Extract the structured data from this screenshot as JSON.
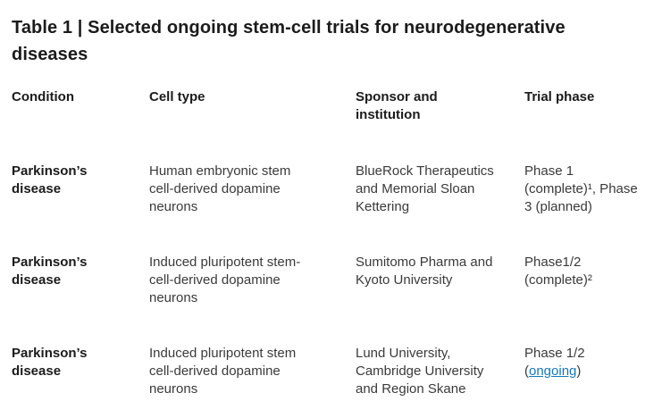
{
  "title": "Table 1 | Selected ongoing stem-cell trials for neurodegenerative\ndiseases",
  "colors": {
    "heading_text": "#1b1b1b",
    "body_text": "#3a3a3a",
    "link": "#1777bb",
    "background": "#ffffff"
  },
  "table": {
    "headers": {
      "condition": "Condition",
      "cell_type": "Cell type",
      "sponsor": "Sponsor and\ninstitution",
      "phase": "Trial phase"
    },
    "rows": [
      {
        "condition": "Parkinson’s\ndisease",
        "cell_type": "Human embryonic stem\ncell-derived dopamine\nneurons",
        "sponsor": "BlueRock Therapeutics\nand Memorial Sloan\nKettering",
        "phase": {
          "pre": "Phase 1\n(complete)¹, Phase\n3 (planned)",
          "link": "",
          "post": ""
        }
      },
      {
        "condition": "Parkinson’s\ndisease",
        "cell_type": "Induced pluripotent stem-\ncell-derived dopamine\nneurons",
        "sponsor": "Sumitomo Pharma and\nKyoto University",
        "phase": {
          "pre": "Phase1/2\n(complete)²",
          "link": "",
          "post": ""
        }
      },
      {
        "condition": "Parkinson’s\ndisease",
        "cell_type": "Induced pluripotent stem\ncell-derived dopamine\nneurons",
        "sponsor": "Lund University,\nCambridge University\nand Region Skane",
        "phase": {
          "pre": "Phase 1/2\n(",
          "link": "ongoing",
          "post": ")"
        }
      }
    ]
  }
}
